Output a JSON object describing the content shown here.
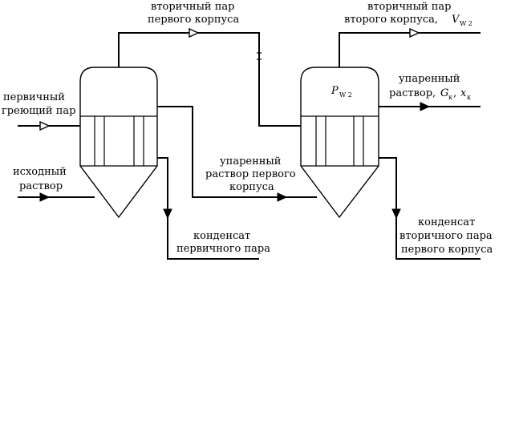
{
  "labels": {
    "primary_steam": [
      "первичный",
      "греющий пар"
    ],
    "feed_solution": [
      "исходный",
      "раствор"
    ],
    "secondary_vapor_1": [
      "вторичный пар",
      "первого корпуса"
    ],
    "secondary_vapor_2": [
      "вторичный пар",
      "второго корпуса,"
    ],
    "vapor_2_symbol": "V",
    "vapor_2_sub": "W 2",
    "pressure_symbol": "P",
    "pressure_sub": "W 2",
    "concentrated_first": [
      "упаренный",
      "раствор первого",
      "корпуса"
    ],
    "product_line1": "упаренный",
    "product_line2": "раствор,",
    "product_g": "G",
    "product_g_sub": "к",
    "product_sep": ",",
    "product_x": "x",
    "product_x_sub": "к",
    "condensate_primary": [
      "конденсат",
      "первичного пара"
    ],
    "condensate_secondary": [
      "конденсат",
      "вторичного пара",
      "первого корпуса"
    ]
  }
}
